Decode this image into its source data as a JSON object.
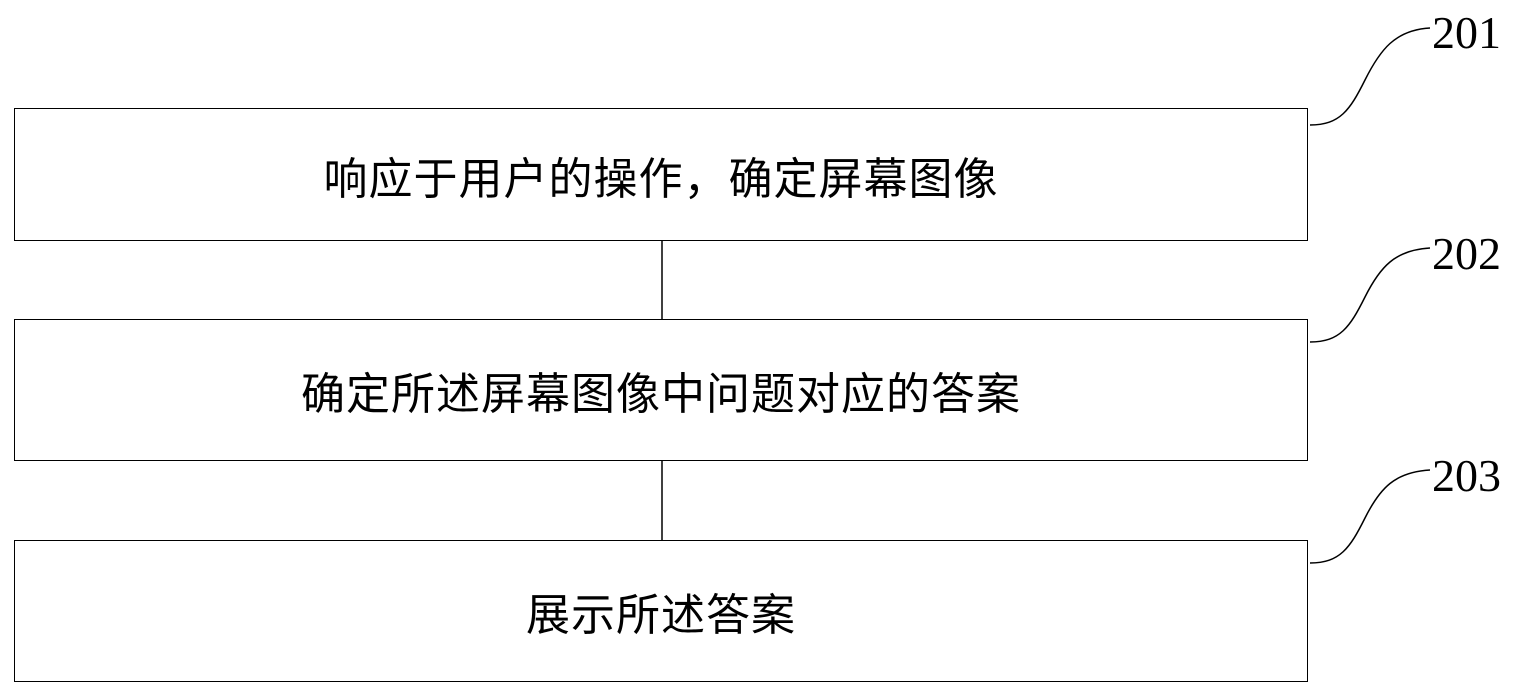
{
  "steps": [
    {
      "ref": "201",
      "text": "响应于用户的操作，确定屏幕图像"
    },
    {
      "ref": "202",
      "text": "确定所述屏幕图像中问题对应的答案"
    },
    {
      "ref": "203",
      "text": "展示所述答案"
    }
  ]
}
